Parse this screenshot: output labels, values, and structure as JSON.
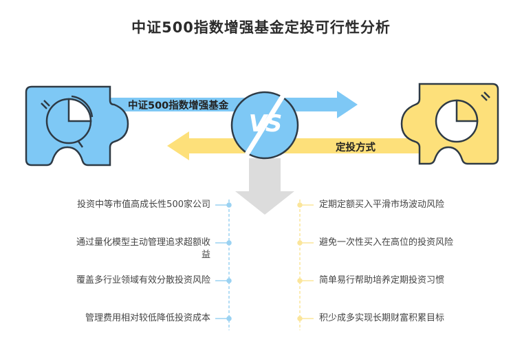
{
  "title": "中证500指数增强基金定投可行性分析",
  "left_label": "中证500指数增强基金",
  "right_label": "定投方式",
  "vs_text": "VS",
  "left_items": [
    "投资中等市值高成长性500家公司",
    "通过量化模型主动管理追求超额收益",
    "覆盖多行业领域有效分散投资风险",
    "管理费用相对较低降低投资成本"
  ],
  "right_items": [
    "定期定额买入平滑市场波动风险",
    "避免一次性买入在高位的投资风险",
    "简单易行帮助培养定期投资习惯",
    "积少成多实现长期财富积累目标"
  ],
  "colors": {
    "blue": "#7ec8f5",
    "yellow": "#fde07a",
    "dark": "#2e3a45",
    "line_blue": "#9ad2f2",
    "line_yellow": "#fbe59a",
    "gray_arrow": "#dcdcdc"
  },
  "icons": {
    "left_piece": "pie-chart-icon",
    "right_piece": "pie-chart-icon",
    "center": "vs-badge-icon"
  }
}
